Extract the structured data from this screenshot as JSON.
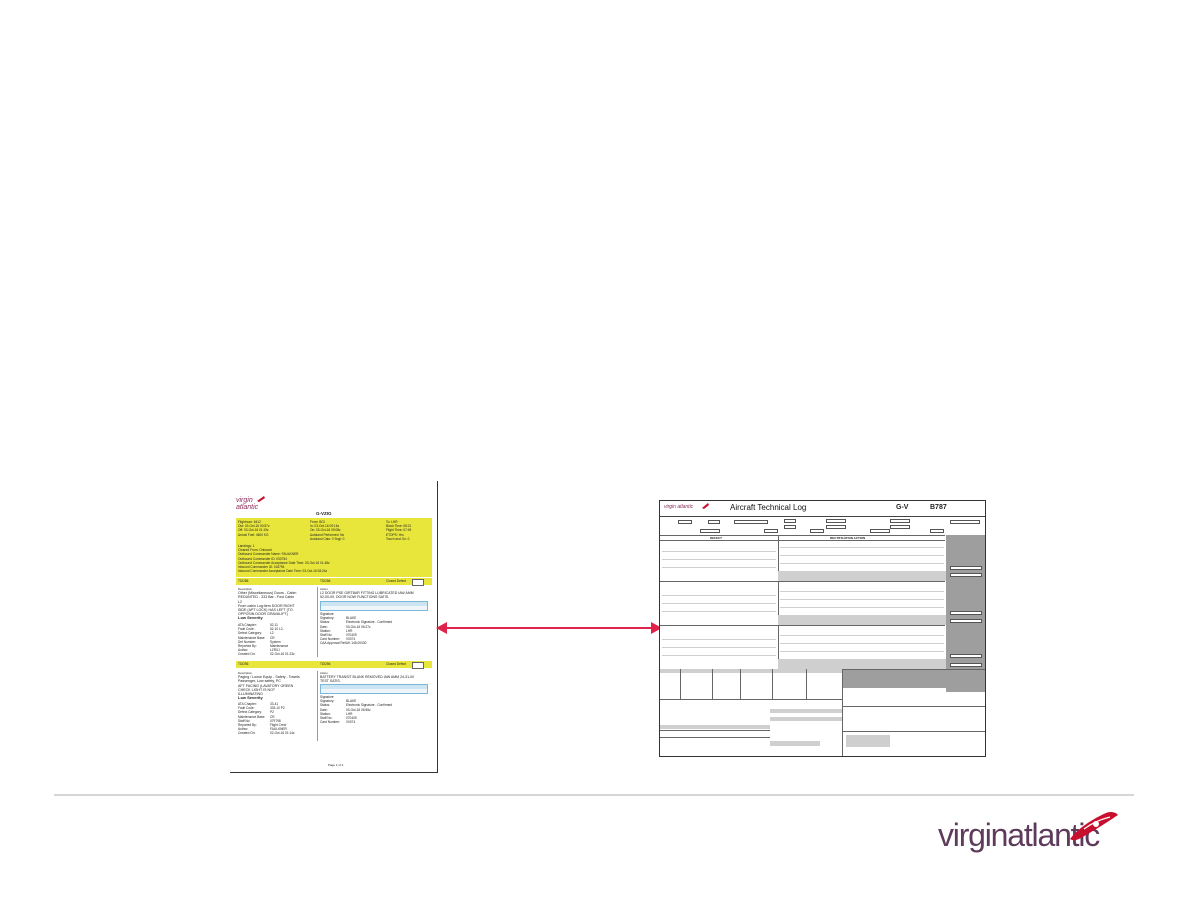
{
  "left_doc": {
    "brand_line1": "virgin",
    "brand_line2": "atlantic",
    "title": "G-VZIG",
    "header_left": [
      "Flightnum: 6412",
      "Out: 03-Oct-16 00:57z",
      "Off: 03-Oct-16 01:19z",
      "Arrival Fuel: 4600 KG"
    ],
    "header_mid": [
      "From: BGI",
      "In: 03-Oct-16 09:16z",
      "On: 03-Oct-16 09:08z",
      "Autoland Performed: No"
    ],
    "header_right": [
      "To: LHR",
      "Block Time: 08:21",
      "Flight Time: 07:49",
      "ETOPS: Yes"
    ],
    "header_extra": [
      "Autoland Cats: 0 Sngl: 0",
      "Touch and Go: 0"
    ],
    "landings": [
      "Landings: 1",
      "Cleared From: Onboard",
      "Outbound Commander Name: FAULKNER",
      "Outbound Commander ID: 030754",
      "Outbound Commander Acceptance Date Time: 03-Oct-16 01:48z",
      "Inbound Commander ID: 018794",
      "Inbound Commander Acceptance Date Time: 03-Oct-16 08:24z"
    ],
    "item1_bar": [
      "TDI286",
      "TDI286",
      "Closed Defect"
    ],
    "item1_desc_label": "Description",
    "item1_desc": [
      "Other (Miscellaneous) Doors - Cabin",
      "REDUNTED - 333 Bar - Fwd Cabin",
      "L2",
      "From cabin Log:item DOOR RIGHT",
      "SIDE (APT LOCK) HAS LEFT (TO",
      "OPPOSIN DOOR GRAVALIFT)"
    ],
    "item1_action_label": "Action",
    "item1_action": [
      "L2 DOOR PSE GIRTBAR FITTING LUBRICATED IAW AMM",
      "52-00-00. DOOR NOW FUNCTIONS SATIS."
    ],
    "item1_sev": "Low Severity",
    "item1_fields": [
      [
        "ATA Chapter:",
        "52-11"
      ],
      [
        "Fault Code:",
        "52-10 L2-"
      ],
      [
        "Defect Category:",
        "L2"
      ],
      [
        "Maintenance Base:",
        "CR"
      ],
      [
        "Def Number:",
        "System"
      ],
      [
        "Reported By:",
        "Maintenance"
      ],
      [
        "Author:",
        "LZRXJ"
      ],
      [
        "Created On:",
        "02-Oct-16 01:23z"
      ]
    ],
    "item1_sig_fields": [
      [
        "Signature",
        ""
      ],
      [
        "Signatory:",
        "BLAKE"
      ],
      [
        "Status:",
        "Electronic Signature - Confirmed"
      ],
      [
        "Date:",
        "03-Oct-16 06:27z"
      ],
      [
        "Station:",
        "LHR"
      ],
      [
        "Staff No:",
        "070409"
      ],
      [
        "Card Number:",
        "V0074"
      ],
      [
        "CAA Approval Ref:",
        "UK.145.00030"
      ]
    ],
    "item2_bar": [
      "TDI256",
      "TDI256",
      "Closed Defect"
    ],
    "item2_desc": [
      "Paging / Loose Equip - Safety - Towels",
      "Passenger, Low safety, PC",
      "AFT FACING (LAVATORY GREEN",
      "CHECK LIGHT IS NOT",
      "ILLUMINATING"
    ],
    "item2_action": [
      "BATTERY TRANSIT BLANK REMOVED IAW AMM 24-31-00",
      "TEST SATIS."
    ],
    "item2_sev": "Low Severity",
    "item2_fields": [
      [
        "ATA Chapter:",
        "33-41"
      ],
      [
        "Fault Code:",
        "333-10 P2"
      ],
      [
        "Defect Category:",
        "P2"
      ],
      [
        "Maintenance Base:",
        "CR"
      ],
      [
        "Staff No:",
        "079798"
      ],
      [
        "Reported By:",
        "Flight Crew"
      ],
      [
        "Author:",
        "FAULKNER"
      ],
      [
        "Created On:",
        "02-Oct-16 01:14z"
      ]
    ],
    "item2_sig_fields": [
      [
        "Signature",
        ""
      ],
      [
        "Signatory:",
        "BLAKE"
      ],
      [
        "Status:",
        "Electronic Signature - Confirmed"
      ],
      [
        "Date:",
        "03-Oct-16 06:55z"
      ],
      [
        "Station:",
        "LHR"
      ],
      [
        "Staff No:",
        "070409"
      ],
      [
        "Card Number:",
        "V0074"
      ]
    ],
    "page_no": "Page 1 of 2"
  },
  "right_doc": {
    "brand": "virgin atlantic",
    "title": "Aircraft Technical Log",
    "reg": "G-V",
    "type": "B787",
    "section_defect": "DEFECT",
    "section_action": "RECTIFICATION ACTION"
  },
  "footer": {
    "brand": "virginatlantic"
  },
  "colors": {
    "highlight": "#e8e63a",
    "arrow": "#e0234a",
    "brand": "#5e3a5b",
    "brand_accent": "#c8102e"
  }
}
